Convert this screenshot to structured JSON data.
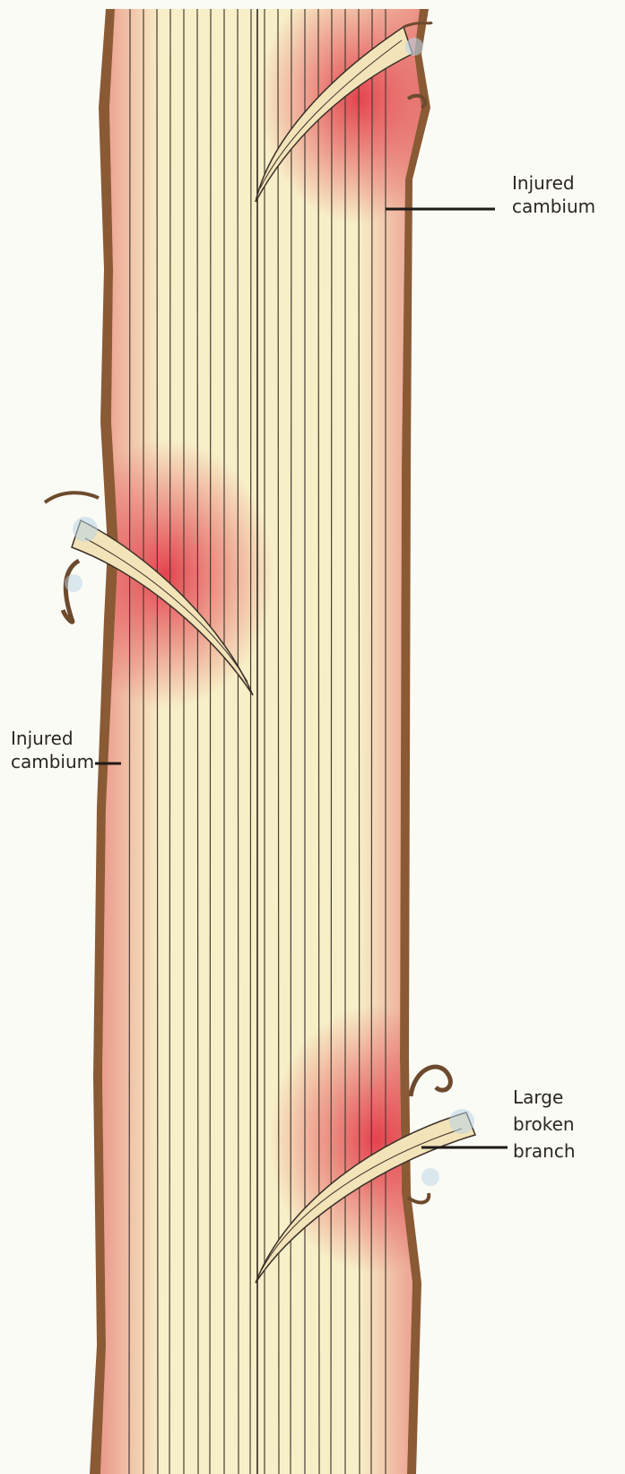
{
  "labels": {
    "top_right": {
      "line1": "Injured",
      "line2": "cambium"
    },
    "middle_left": {
      "line1": "Injured",
      "line2": "cambium"
    },
    "bottom_right": {
      "line1": "Large",
      "line2": "broken",
      "line3": "branch"
    }
  },
  "colors": {
    "background": "#fbfbf5",
    "wood": "#f7efc8",
    "grain_lines": "#4a3e33",
    "bark": "#8a5a35",
    "injured_tissue": "#de3d4a",
    "branch_scar_edge": "#7fa7c9"
  }
}
